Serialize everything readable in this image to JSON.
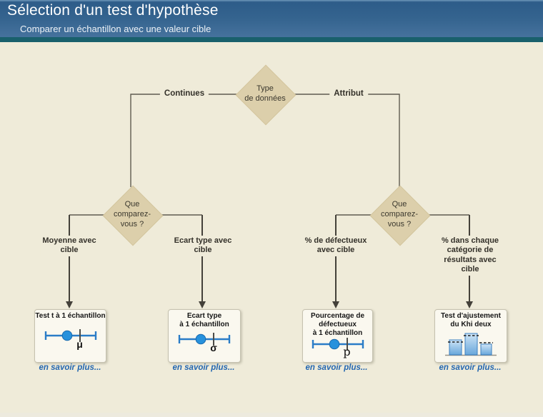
{
  "header": {
    "title": "Sélection d'un test d'hypothèse",
    "subtitle": "Comparer un échantillon avec une valeur cible"
  },
  "flow": {
    "root_label": "Type\nde données",
    "edge_left": "Continues",
    "edge_right": "Attribut",
    "decision_left_label": "Que\ncomparez-\nvous ?",
    "decision_right_label": "Que\ncomparez-\nvous ?",
    "branch_moyenne": "Moyenne avec\ncible",
    "branch_ecart": "Ecart type avec\ncible",
    "branch_defectueux": "% de défectueux\navec cible",
    "branch_categorie": "% dans chaque\ncatégorie de\nrésultats avec cible"
  },
  "tests": [
    {
      "title": "Test t à 1 échantillon",
      "symbol": "μ",
      "link": "en savoir plus..."
    },
    {
      "title": "Ecart type\nà 1 échantillon",
      "symbol": "σ",
      "link": "en savoir plus..."
    },
    {
      "title": "Pourcentage de\ndéfectueux\nà 1 échantillon",
      "symbol": "p",
      "link": "en savoir plus..."
    },
    {
      "title": "Test d'ajustement\ndu Khi deux",
      "link": "en savoir plus..."
    }
  ],
  "colors": {
    "background": "#efebd9",
    "header_top": "#2d5c89",
    "header_bottom": "#4a76a1",
    "header_strip": "#19606c",
    "diamond_fill": "#dccfab",
    "connector": "#5f5b50",
    "arrow": "#44413a",
    "link_blue": "#2366b0",
    "plot_blue": "#2a7cc7",
    "bar_border": "#3c80c2"
  }
}
